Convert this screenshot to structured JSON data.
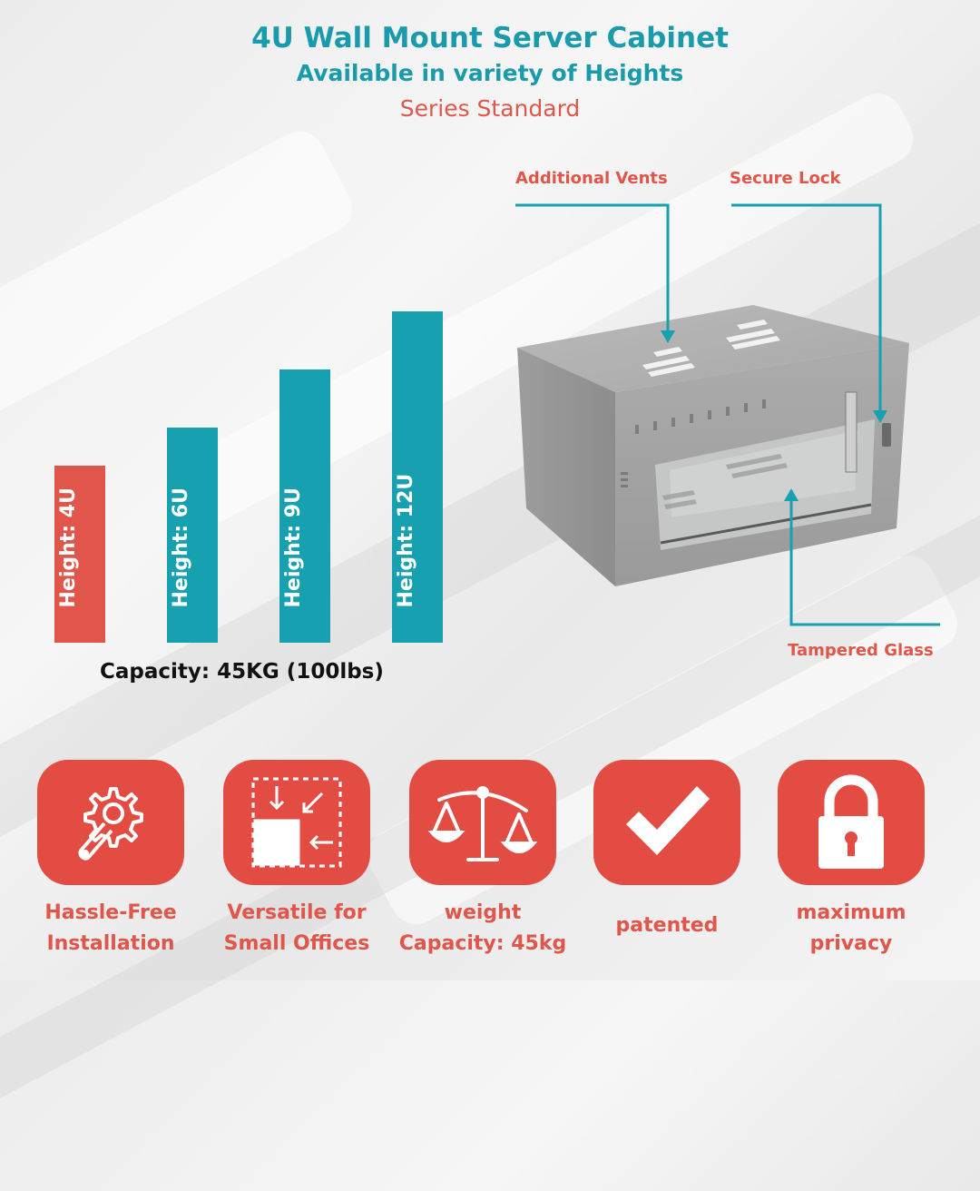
{
  "header": {
    "title": "4U Wall Mount Server Cabinet",
    "subtitle": "Available in variety of Heights",
    "series": "Series Standard"
  },
  "callouts": {
    "vents": "Additional Vents",
    "lock": "Secure Lock",
    "glass": "Tampered Glass"
  },
  "heights": [
    {
      "label": "Height: 4U",
      "value": 4,
      "color": "#e0564a"
    },
    {
      "label": "Height: 6U",
      "value": 6,
      "color": "#16a0b0"
    },
    {
      "label": "Height: 9U",
      "value": 9,
      "color": "#16a0b0"
    },
    {
      "label": "Height: 12U",
      "value": 12,
      "color": "#16a0b0"
    }
  ],
  "capacity": "Capacity: 45KG (100lbs)",
  "features": [
    {
      "icon": "wrench-gear-icon",
      "line1": "Hassle-Free",
      "line2": "Installation"
    },
    {
      "icon": "compact-space-icon",
      "line1": "Versatile for",
      "line2": "Small Offices"
    },
    {
      "icon": "balance-scale-icon",
      "line1": "weight",
      "line2": "Capacity: 45kg"
    },
    {
      "icon": "checkmark-icon",
      "line1": "patented",
      "line2": ""
    },
    {
      "icon": "padlock-icon",
      "line1": "maximum",
      "line2": "privacy"
    }
  ],
  "colors": {
    "accent_teal": "#1a9bac",
    "accent_red": "#e0564a",
    "icon_red": "#e24c43"
  }
}
